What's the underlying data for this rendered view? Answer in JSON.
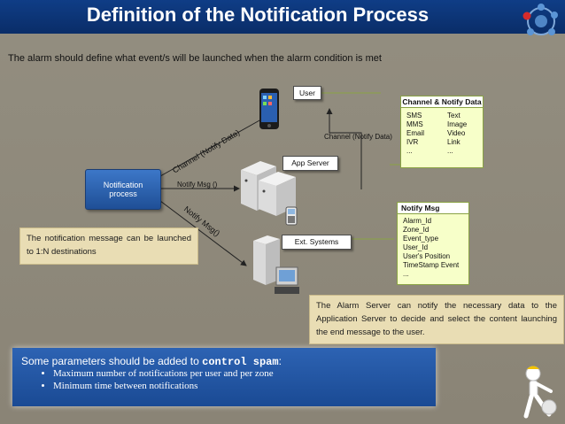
{
  "title": "Definition of the Notification Process",
  "subtitle": "The alarm should define what event/s will be launched when the alarm condition is met",
  "nodes": {
    "process": [
      "Notification",
      "process"
    ],
    "user": "User",
    "app_server": "App Server",
    "ext_systems": "Ext. Systems"
  },
  "edges": {
    "channel_notify_data_diag": "Channel (Notify Data)",
    "notify_msg_mid": "Notify Msg ()",
    "notify_msg_diag": "Notify Msg()",
    "channel_notify_data_right": "Channel (Notify Data)"
  },
  "channel_panel": {
    "heading": "Channel & Notify Data",
    "rows": [
      [
        "SMS",
        "Text"
      ],
      [
        "MMS",
        "Image"
      ],
      [
        "Email",
        "Video"
      ],
      [
        "IVR",
        "Link"
      ],
      [
        "...",
        "..."
      ]
    ]
  },
  "notify_panel": {
    "heading": "Notify Msg",
    "items": [
      "Alarm_Id",
      "Zone_Id",
      "Event_type",
      "User_Id",
      "User's Position",
      "TimeStamp Event",
      "..."
    ]
  },
  "note_left": "The notification message can be launched to 1:N destinations",
  "note_right": "The Alarm Server can notify the necessary data to the Application Server to decide and select the content launching the end message to the user.",
  "params": {
    "lead": "Some parameters should be added to",
    "emphasis": "control spam",
    "tail": ":",
    "bullets": [
      "Maximum number of notifications per user and per zone",
      "Minimum time between notifications"
    ]
  },
  "icons": [
    "logo-ring-icon",
    "phone-icon",
    "server-icon",
    "pc-icon",
    "mobile-icon",
    "figure-icon"
  ],
  "colors": {
    "title_bar": "#0f3d86",
    "panel_fill": "#f7ffc9",
    "note_fill": "#e9ddb4",
    "params_fill": "#2d63b3"
  }
}
